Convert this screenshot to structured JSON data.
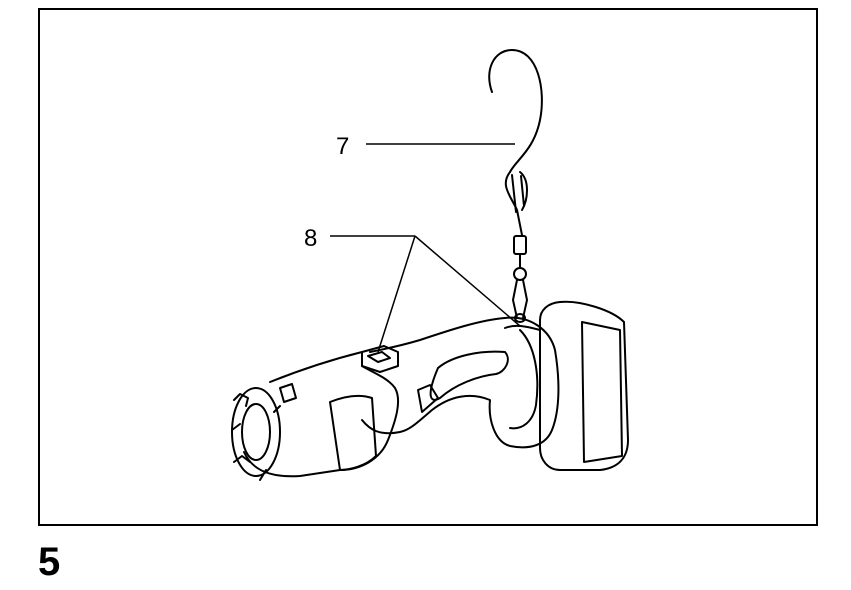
{
  "figure": {
    "number": "5",
    "callouts": [
      "7",
      "8"
    ]
  }
}
